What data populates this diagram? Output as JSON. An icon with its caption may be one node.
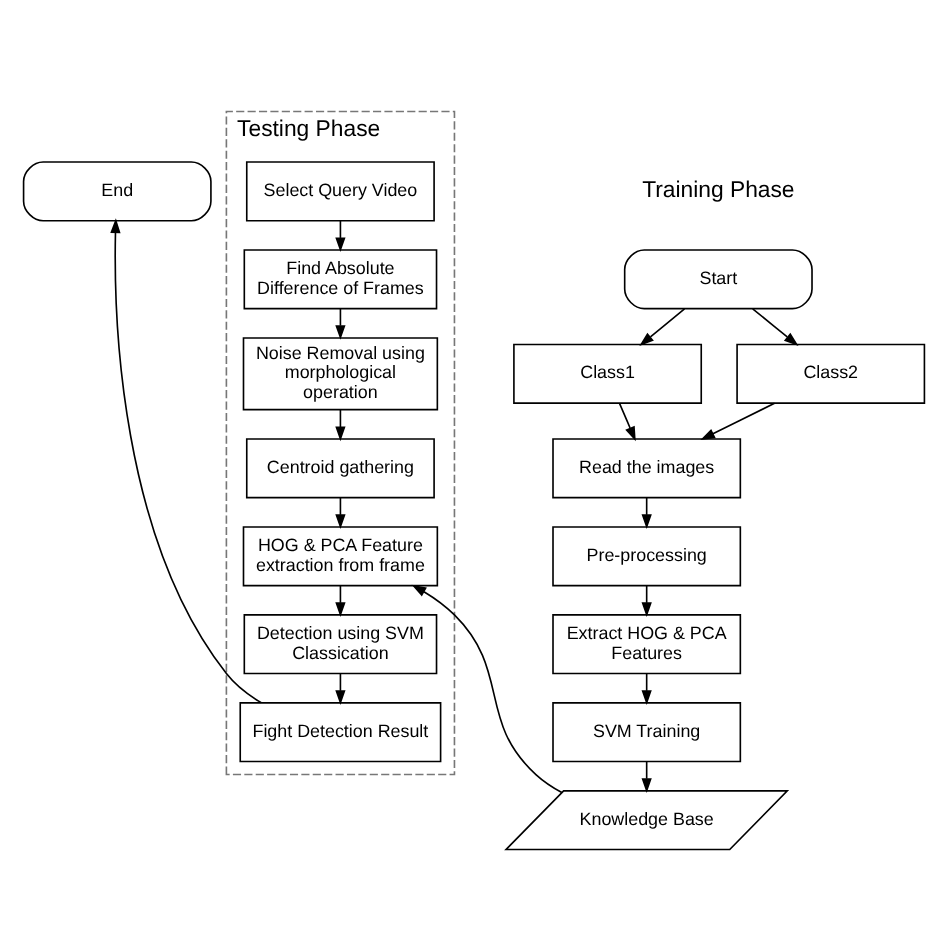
{
  "diagram": {
    "nodes": [
      {
        "text": [
          "Start"
        ]
      },
      {
        "text": [
          "Class1"
        ]
      },
      {
        "text": [
          "Class2"
        ]
      },
      {
        "text": [
          "Read the images"
        ]
      },
      {
        "text": [
          "Pre-processing"
        ]
      },
      {
        "text": [
          "Extract HOG & PCA Features"
        ]
      },
      {
        "text": [
          "SVM Training"
        ]
      },
      {
        "text": [
          "Knowledge Base"
        ]
      },
      {
        "text": [
          "Testing Phase"
        ]
      },
      {
        "text": [
          "Select Query Video"
        ],
        "in": 8
      },
      {
        "text": [
          "Find Absolute Difference of Frames"
        ],
        "in": 8
      },
      {
        "text": [
          "Noise Removal using morphological operation"
        ],
        "in": 8
      },
      {
        "text": [
          "Centroid gathering"
        ],
        "in": 8
      },
      {
        "text": [
          "HOG & PCA Feature extraction from frame"
        ],
        "in": 8
      },
      {
        "text": [
          "Detection using SVM Classication"
        ],
        "in": 8
      },
      {
        "text": [
          "Fight Detection Result"
        ],
        "in": 8
      },
      {
        "text": [
          "End"
        ]
      }
    ],
    "edges": [
      {
        "from": 0,
        "to": 1,
        "arrow": "to"
      },
      {
        "from": 0,
        "to": 2,
        "arrow": "to"
      },
      {
        "from": 1,
        "to": 3,
        "arrow": "to"
      },
      {
        "from": 2,
        "to": 3,
        "arrow": "to"
      },
      {
        "from": 3,
        "to": 4,
        "arrow": "to"
      },
      {
        "from": 4,
        "to": 5,
        "arrow": "to"
      },
      {
        "from": 5,
        "to": 6,
        "arrow": "to"
      },
      {
        "from": 6,
        "to": 7,
        "arrow": "to"
      },
      {
        "from": 7,
        "to": 13,
        "arrow": "to"
      },
      {
        "from": 9,
        "to": 10,
        "arrow": "to"
      },
      {
        "from": 10,
        "to": 11,
        "arrow": "to"
      },
      {
        "from": 11,
        "to": 12,
        "arrow": "to"
      },
      {
        "from": 12,
        "to": 13,
        "arrow": "to"
      },
      {
        "from": 13,
        "to": 14,
        "arrow": "to"
      },
      {
        "from": 14,
        "to": 15,
        "arrow": "to"
      },
      {
        "from": 15,
        "to": 16,
        "arrow": "to"
      }
    ],
    "labels": [
      "Training Phase"
    ]
  }
}
